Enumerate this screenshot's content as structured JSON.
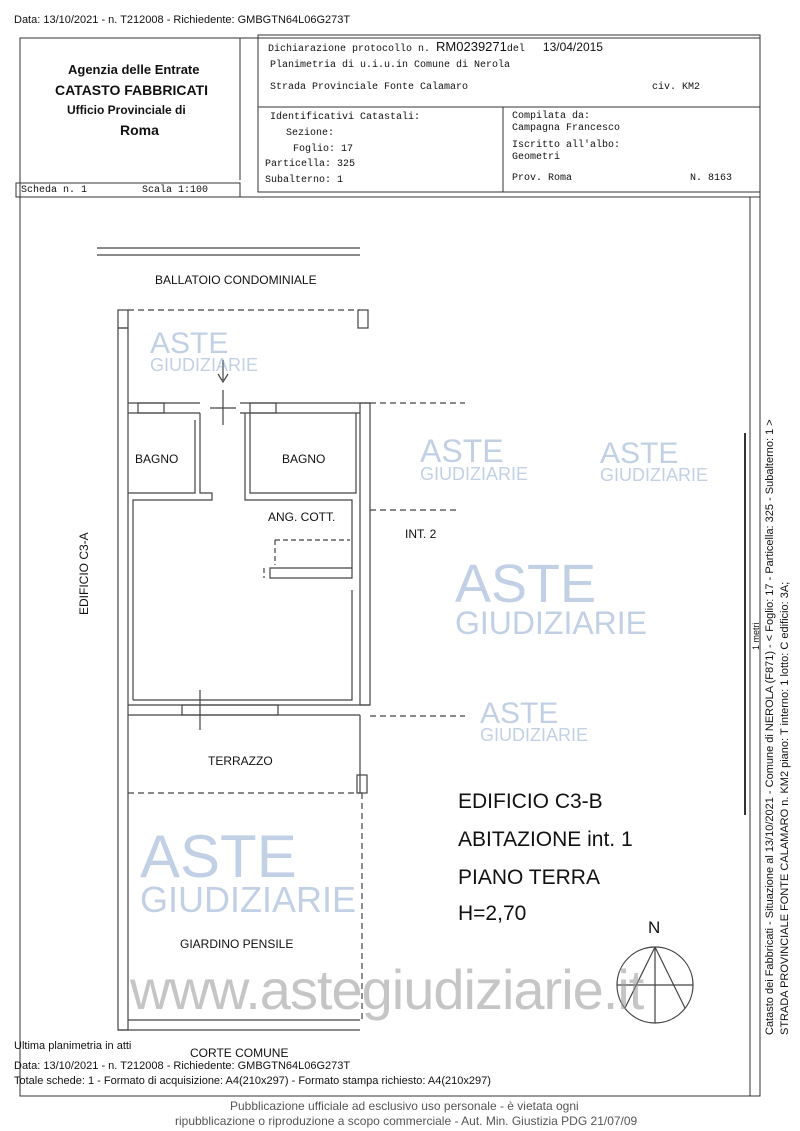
{
  "top_line": "Data: 13/10/2021 - n. T212008 - Richiedente: GMBGTN64L06G273T",
  "agency": {
    "line1": "Agenzia delle Entrate",
    "line2": "CATASTO FABBRICATI",
    "line3": "Ufficio Provinciale di",
    "line4": "Roma"
  },
  "header": {
    "protocol_label": "Dichiarazione protocollo n.",
    "protocol": "RM0239271",
    "del_label": "del",
    "date": "13/04/2015",
    "planimetria": "Planimetria di u.i.u.in Comune di Nerola",
    "address": "Strada Provinciale Fonte Calamaro",
    "civ": "civ. KM2"
  },
  "identificativi": {
    "title": "Identificativi Catastali:",
    "sezione": "Sezione:",
    "foglio": "Foglio: 17",
    "particella": "Particella: 325",
    "subalterno": "Subalterno: 1"
  },
  "compilata": {
    "label": "Compilata da:",
    "name": "Campagna Francesco",
    "albo_label": "Iscritto all'albo:",
    "albo": "Geometri",
    "prov": "Prov. Roma",
    "numero": "N. 8163"
  },
  "scheda": {
    "scheda": "Scheda n. 1",
    "scala": "Scala 1:100"
  },
  "plan": {
    "ballatoio": "BALLATOIO CONDOMINIALE",
    "bagno1": "BAGNO",
    "bagno2": "BAGNO",
    "cottura": "ANG. COTT.",
    "int2": "INT. 2",
    "edificio_a": "EDIFICIO C3-A",
    "terrazzo": "TERRAZZO",
    "giardino": "GIARDINO PENSILE",
    "corte": "CORTE COMUNE",
    "north": "N",
    "title1": "EDIFICIO C3-B",
    "title2": "ABITAZIONE int. 1",
    "title3": "PIANO TERRA",
    "title4": "H=2,70"
  },
  "side": {
    "line1": "Catasto dei Fabbricati - Situazione al 13/10/2021 - Comune di NEROLA (F871) - < Foglio: 17 - Particella: 325 - Subalterno: 1 >",
    "line2": "STRADA PROVINCIALE FONTE CALAMARO n. KM2 piano: T interno: 1 lotto: C edificio: 3A;",
    "scale_note": "1 metri"
  },
  "footer": {
    "ultima": "Ultima planimetria in atti",
    "data": "Data: 13/10/2021 - n. T212008 - Richiedente: GMBGTN64L06G273T",
    "totale": "Totale schede: 1 - Formato di acquisizione: A4(210x297)  - Formato stampa richiesto: A4(210x297)",
    "notice1": "Pubblicazione ufficiale ad esclusivo uso personale - è vietata ogni",
    "notice2": "ripubblicazione o riproduzione a scopo commerciale - Aut. Min. Giustizia PDG 21/07/09"
  },
  "watermark": {
    "aste": "ASTE",
    "giudiziarie": "GIUDIZIARIE",
    "url": "www.astegiudiziarie.it"
  }
}
